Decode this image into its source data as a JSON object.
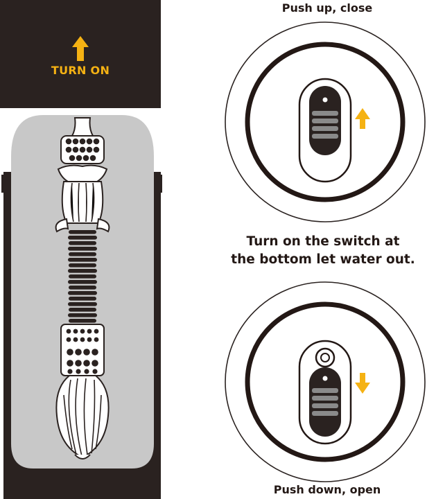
{
  "colors": {
    "dark": "#2a2220",
    "accent": "#f5b213",
    "gray": "#c8c8c8",
    "mid_gray": "#8a8a8a",
    "white": "#ffffff"
  },
  "cap": {
    "label": "TURN ON",
    "icon": "arrow-up-icon"
  },
  "switch_top": {
    "caption": "Push up, close",
    "icon": "arrow-up-icon"
  },
  "instruction": {
    "line1": "Turn on the switch at",
    "line2": "the bottom let water out."
  },
  "switch_bottom": {
    "caption": "Push down, open",
    "icon": "arrow-down-icon"
  }
}
